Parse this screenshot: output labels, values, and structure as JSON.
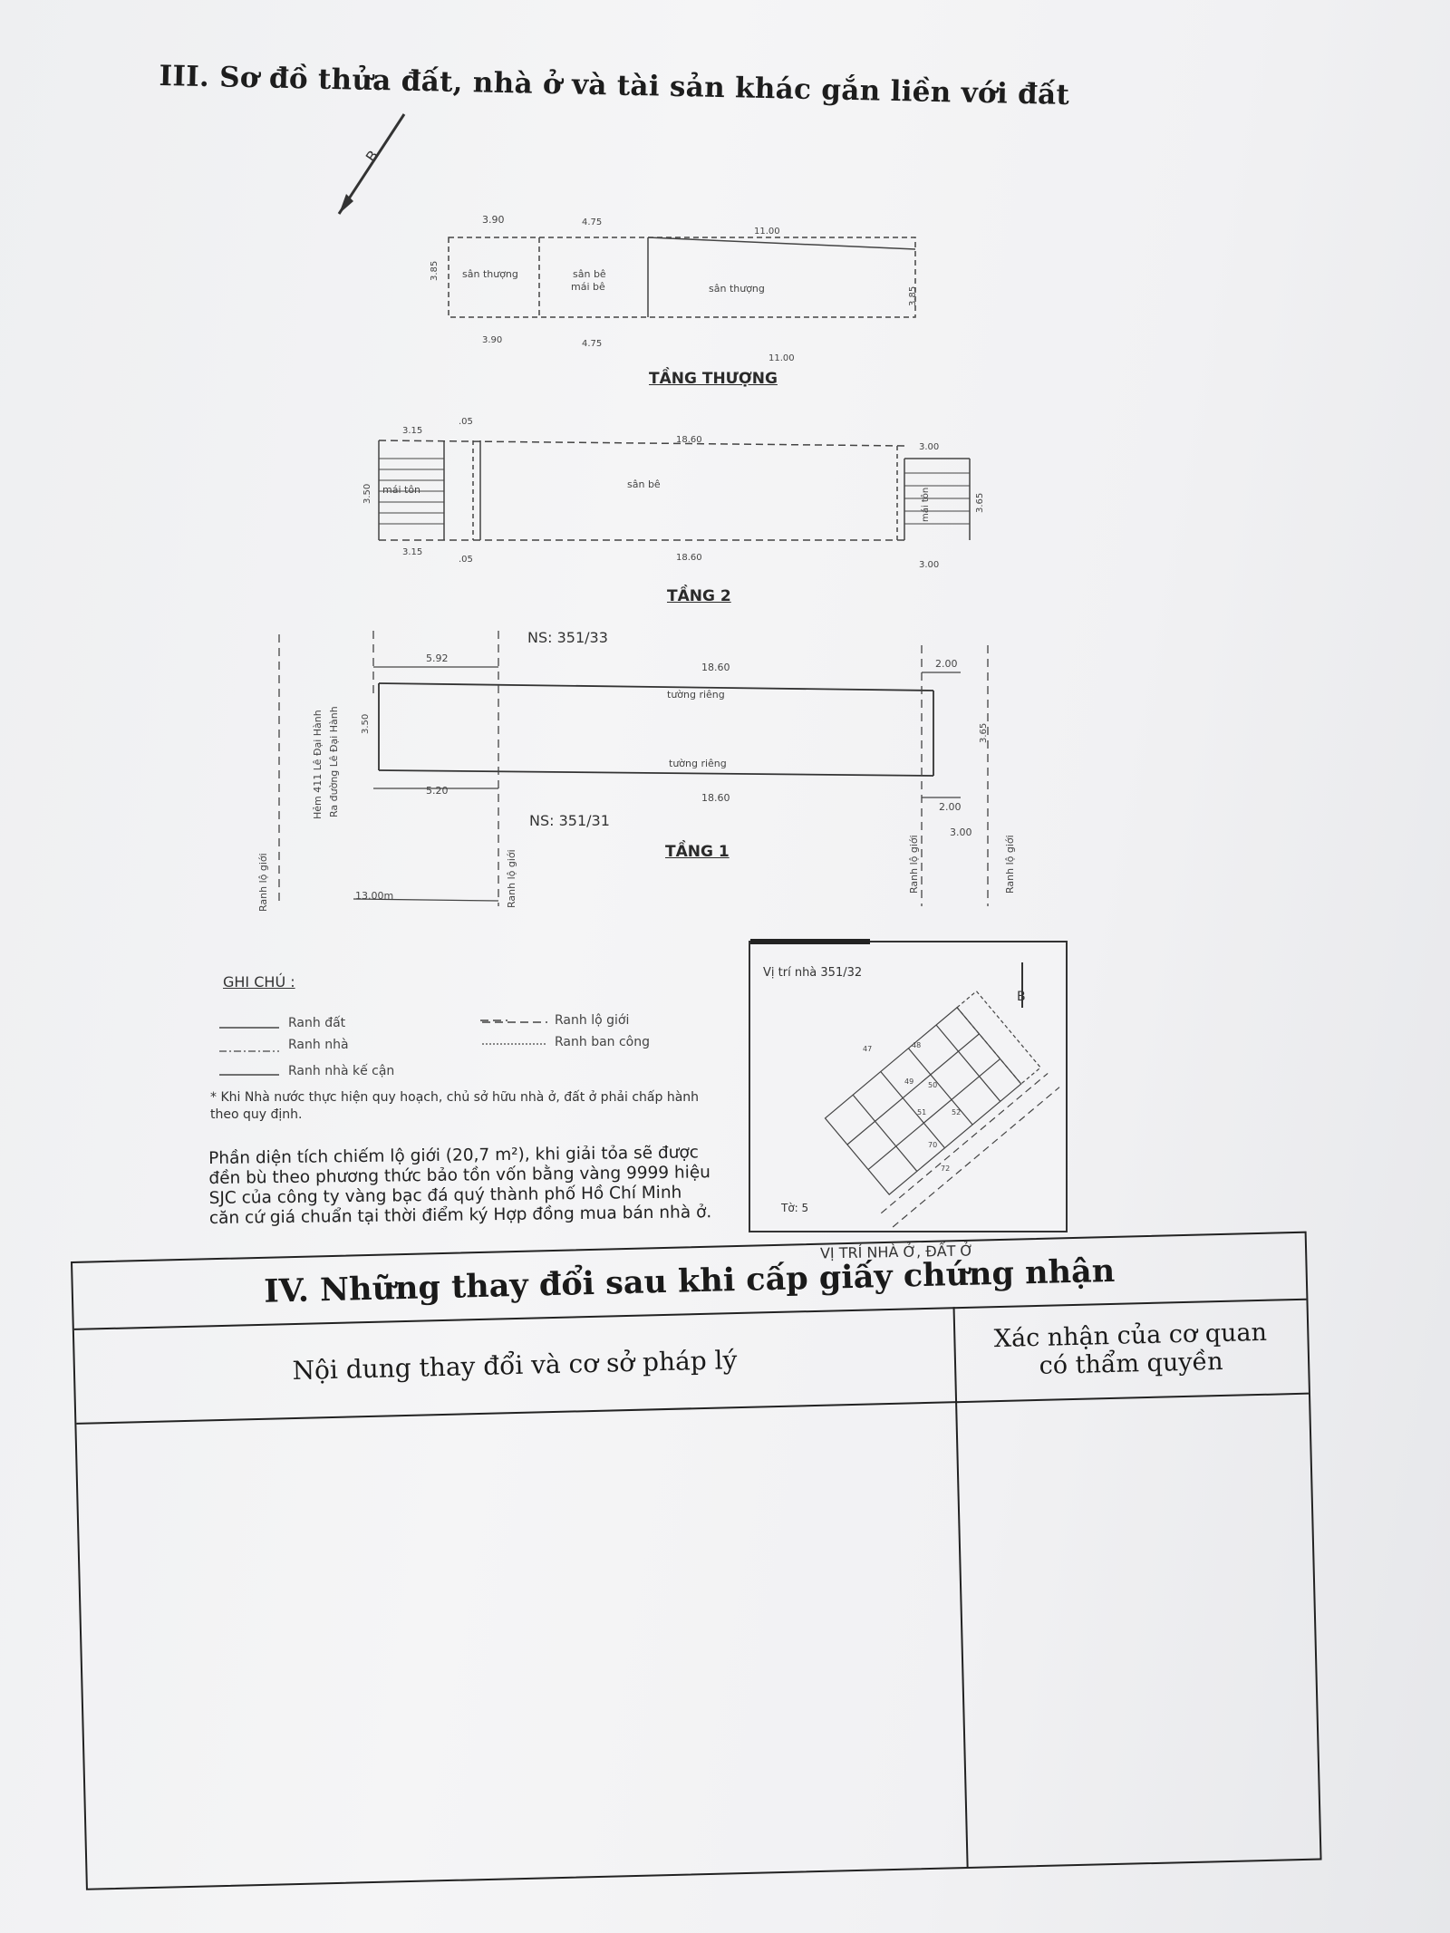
{
  "section3": {
    "title": "III. Sơ đồ thửa đất, nhà ở và tài sản khác gắn liền với đất"
  },
  "north_arrow": {
    "label": "B"
  },
  "floor_top": {
    "label": "TẦNG THƯỢNG",
    "dim_top": [
      "3.90",
      "4.75",
      "11.00"
    ],
    "dim_bottom": [
      "3.90",
      "4.75",
      "11.00"
    ],
    "dim_left": "3.85",
    "dim_right": "3.85",
    "room1": "sân thượng",
    "room2_line1": "sân bê",
    "room2_line2": "mái bê",
    "room3": "sân thượng"
  },
  "floor_2": {
    "label": "TẦNG 2",
    "dim_top": [
      "3.15",
      ".05",
      "18.60",
      "3.00"
    ],
    "dim_bottom": [
      "3.15",
      ".05",
      "18.60",
      "3.00"
    ],
    "dim_left": "3.50",
    "dim_right": "3.65",
    "left_label": "mái tôn",
    "center_label": "sân bê",
    "right_label": "mái tôn"
  },
  "floor_1": {
    "label": "TẦNG 1",
    "ns_top": "NS: 351/33",
    "ns_bottom": "NS: 351/31",
    "dim_top_left": "5.92",
    "dim_top_center": "18.60",
    "dim_top_right": "2.00",
    "dim_bottom_left": "5.20",
    "dim_bottom_center": "18.60",
    "dim_bottom_right": "2.00",
    "dim_right_far": "3.00",
    "dim_left": "3.50",
    "dim_right": "3.65",
    "wall_top": "tường riêng",
    "wall_bottom": "tường riêng",
    "street_label": "Hẻm 411 Lê Đại Hành",
    "street_label2": "Ra đường Lê Đại Hành",
    "road_width": "13.00m",
    "ranh_lo_gioi_1": "Ranh lộ giới",
    "ranh_lo_gioi_2": "Ranh lộ giới",
    "ranh_lo_gioi_3": "Ranh lộ giới",
    "ranh_lo_gioi_4": "Ranh lộ giới"
  },
  "legend": {
    "title": "GHI CHÚ :",
    "items": [
      {
        "style": "solid",
        "label": "Ranh đất"
      },
      {
        "style": "dashed",
        "label": "Ranh lộ giới"
      },
      {
        "style": "dashdot",
        "label": "Ranh nhà"
      },
      {
        "style": "dotted",
        "label": "Ranh ban công"
      },
      {
        "style": "solid",
        "label": "Ranh nhà kế cận"
      }
    ],
    "footnote": "* Khi Nhà nước thực hiện quy hoạch, chủ sở hữu nhà ở, đất ở phải chấp hành theo quy định."
  },
  "paragraph": "Phần diện tích chiếm lộ giới (20,7 m²), khi giải tỏa sẽ được đền bù theo phương thức bảo tồn vốn bằng vàng 9999 hiệu SJC của công ty vàng bạc đá quý thành phố Hồ Chí Minh căn cứ giá chuẩn tại thời điểm ký Hợp đồng mua bán nhà ở.",
  "position_map": {
    "title": "Vị trí nhà 351/32",
    "north": "B",
    "to_label": "Tờ: 5",
    "lot_numbers": [
      "47",
      "48",
      "49",
      "50",
      "51",
      "52",
      "70",
      "72"
    ],
    "caption": "VỊ TRÍ NHÀ Ở, ĐẤT Ở"
  },
  "section4": {
    "title": "IV. Những thay đổi sau khi cấp giấy chứng nhận",
    "col_left": "Nội dung thay đổi và cơ sở pháp lý",
    "col_right_line1": "Xác nhận của cơ quan",
    "col_right_line2": "có thẩm quyền"
  }
}
